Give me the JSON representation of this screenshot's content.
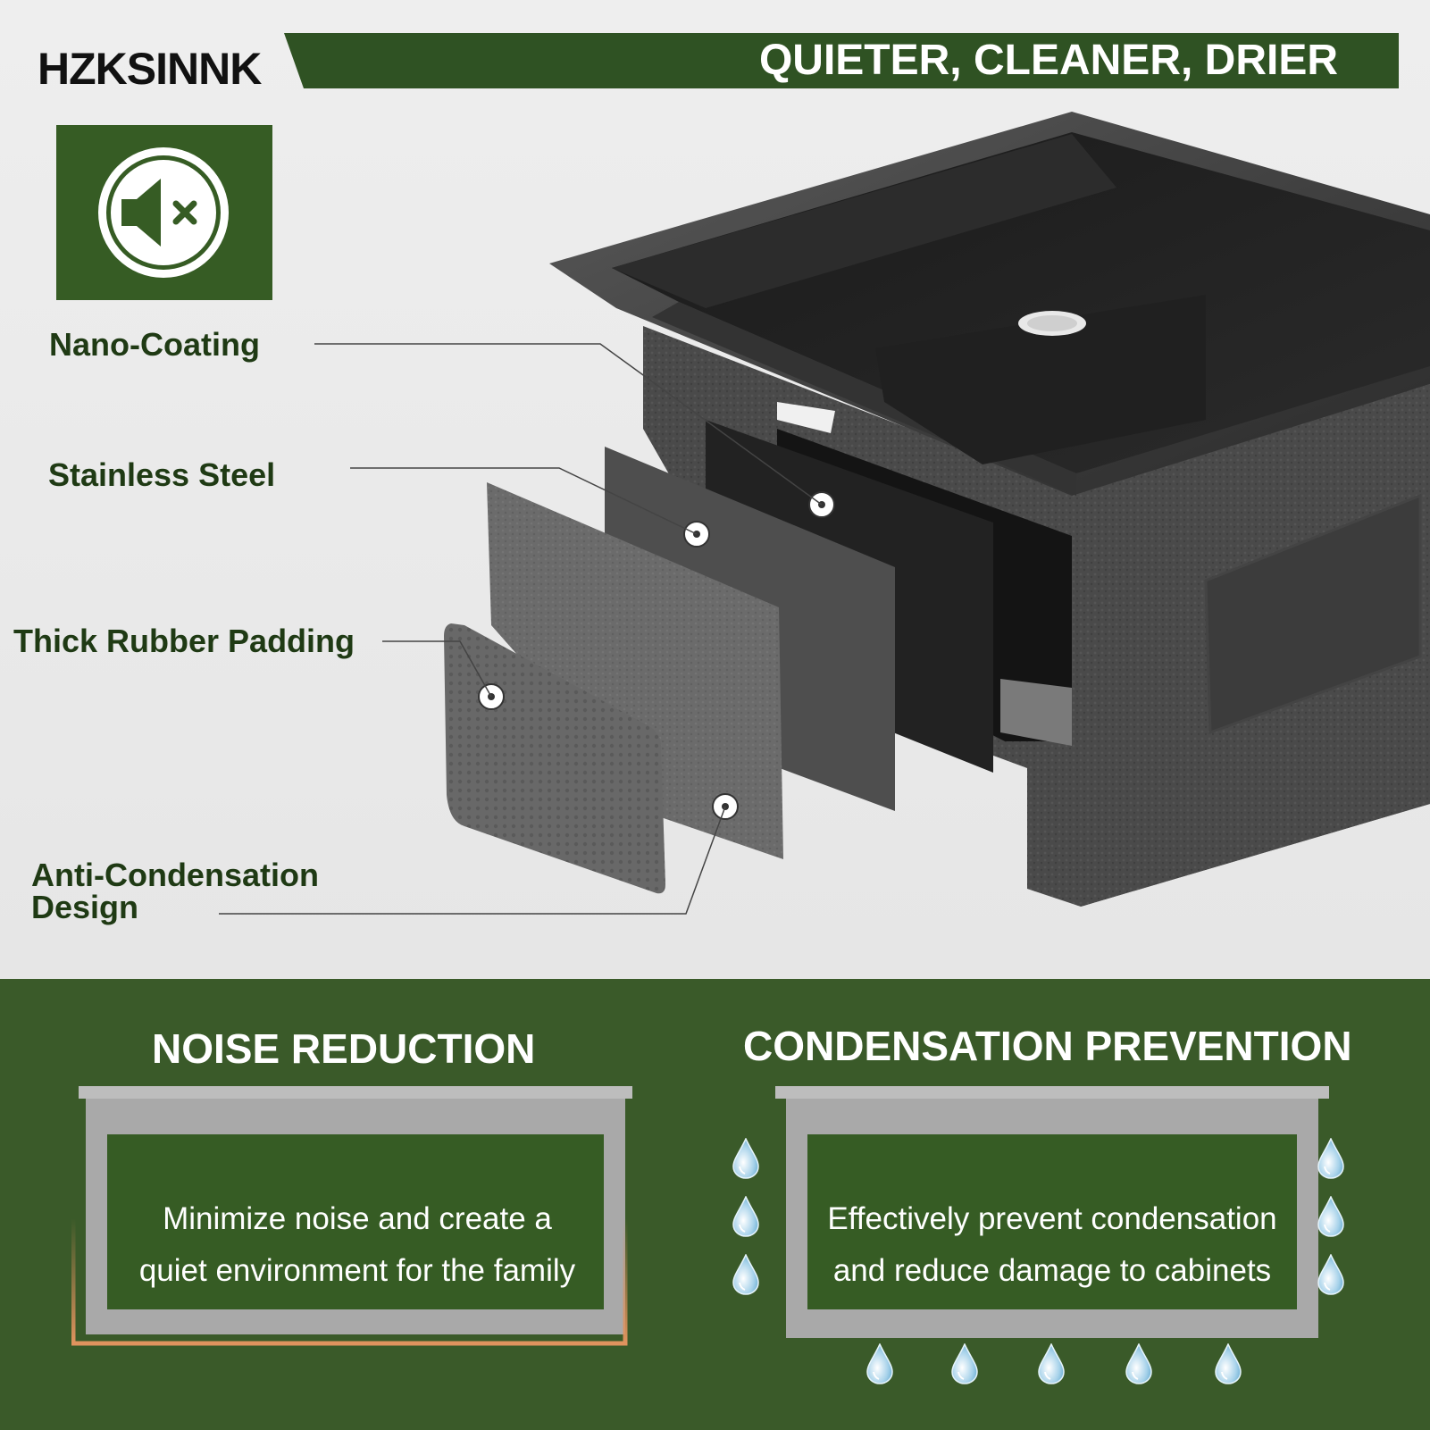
{
  "header": {
    "brand": "HZKSINNK",
    "tagline": "QUIETER, CLEANER, DRIER",
    "mute_icon": "mute-speaker-icon",
    "accent_color": "#2f5223"
  },
  "layers": [
    {
      "label": "Nano-Coating"
    },
    {
      "label": "Stainless Steel"
    },
    {
      "label": "Thick Rubber Padding"
    },
    {
      "label_line1": "Anti-Condensation",
      "label_line2": "Design"
    }
  ],
  "features": {
    "noise": {
      "title": "NOISE REDUCTION",
      "line1": "Minimize noise and create a",
      "line2": "quiet environment for the family"
    },
    "condensation": {
      "title": "CONDENSATION PREVENTION",
      "line1": "Effectively prevent condensation",
      "line2": "and reduce damage to cabinets",
      "droplet_icon": "water-droplet-icon"
    }
  }
}
